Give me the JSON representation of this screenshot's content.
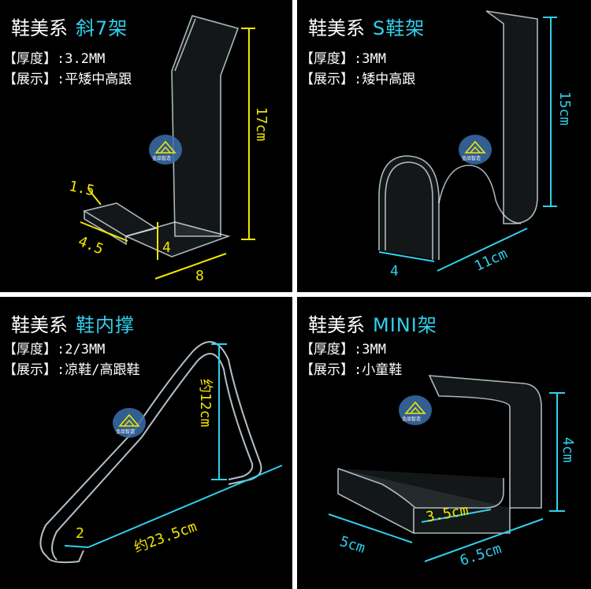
{
  "colors": {
    "cyan": "#2fd0ec",
    "yellow": "#f2e600",
    "white": "#ffffff",
    "background": "#000000"
  },
  "logo": {
    "icon": "diamond-mountain-logo",
    "text": "金品智造"
  },
  "panels": [
    {
      "brand": "鞋美系",
      "model": "斜7架",
      "specs": [
        {
          "key": "【厚度】",
          "value": ":3.2MM"
        },
        {
          "key": "【展示】",
          "value": ":平矮中高跟"
        }
      ],
      "dims": [
        "1.5",
        "4.5",
        "4",
        "8",
        "17cm"
      ]
    },
    {
      "brand": "鞋美系",
      "model": "S鞋架",
      "specs": [
        {
          "key": "【厚度】",
          "value": ":3MM"
        },
        {
          "key": "【展示】",
          "value": ":矮中高跟"
        }
      ],
      "dims": [
        "4",
        "11cm",
        "15cm"
      ]
    },
    {
      "brand": "鞋美系",
      "model": "鞋内撑",
      "specs": [
        {
          "key": "【厚度】",
          "value": ":2/3MM"
        },
        {
          "key": "【展示】",
          "value": ":凉鞋/高跟鞋"
        }
      ],
      "dims": [
        "约12cm",
        "约23.5cm",
        "2"
      ]
    },
    {
      "brand": "鞋美系",
      "model": "MINI架",
      "specs": [
        {
          "key": "【厚度】",
          "value": ":3MM"
        },
        {
          "key": "【展示】",
          "value": ":小童鞋"
        }
      ],
      "dims": [
        "4cm",
        "3.5cm",
        "5cm",
        "6.5cm"
      ]
    }
  ]
}
